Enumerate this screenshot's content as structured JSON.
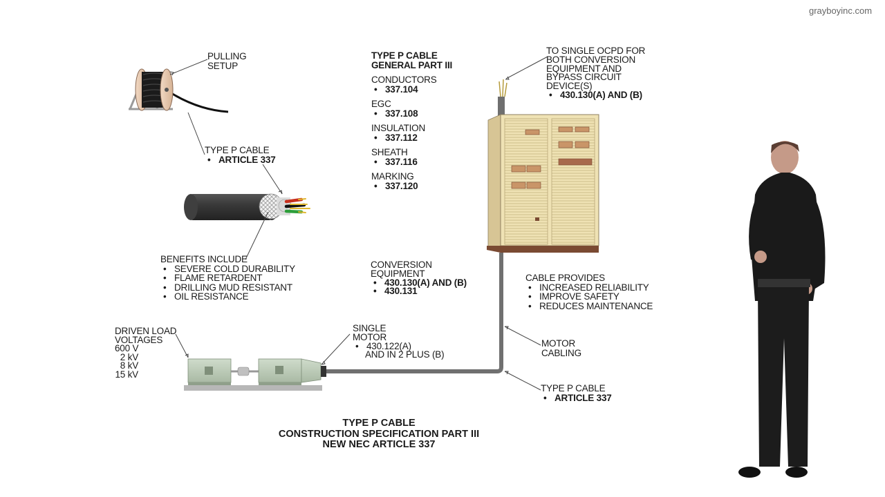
{
  "watermark": "grayboyinc.com",
  "colors": {
    "cable": "#707070",
    "cabinet_fill": "#efe2b4",
    "cabinet_base": "#7a4a32",
    "motor_fill": "#b9c8b4",
    "reel_fill": "#e8c9b0",
    "presenter_shirt": "#1a1a1a"
  },
  "labels": {
    "pulling_setup": [
      "PULLING",
      "SETUP"
    ],
    "reel_cable": {
      "name": "TYPE P CABLE",
      "article": "ARTICLE 337"
    },
    "benefits": {
      "heading": "BENEFITS INCLUDE",
      "items": [
        "SEVERE COLD DURABILITY",
        "FLAME RETARDENT",
        "DRILLING MUD RESISTANT",
        "OIL RESISTANCE"
      ]
    },
    "general": {
      "title": [
        "TYPE P CABLE",
        "GENERAL PART III"
      ],
      "sections": [
        {
          "name": "CONDUCTORS",
          "ref": "337.104"
        },
        {
          "name": "EGC",
          "ref": "337.108"
        },
        {
          "name": "INSULATION",
          "ref": "337.112"
        },
        {
          "name": "SHEATH",
          "ref": "337.116"
        },
        {
          "name": "MARKING",
          "ref": "337.120"
        }
      ]
    },
    "ocpd": {
      "lines": [
        "TO SINGLE OCPD FOR",
        "BOTH CONVERSION",
        "EQUIPMENT AND",
        "BYPASS CIRCUIT",
        "DEVICE(S)"
      ],
      "ref": "430.130(A) AND (B)"
    },
    "conversion": {
      "lines": [
        "CONVERSION",
        "EQUIPMENT"
      ],
      "refs": [
        "430.130(A) AND (B)",
        "430.131"
      ]
    },
    "cable_provides": {
      "heading": "CABLE PROVIDES",
      "items": [
        "INCREASED RELIABILITY",
        "IMPROVE SAFETY",
        "REDUCES MAINTENANCE"
      ]
    },
    "driven_load": {
      "lines": [
        "DRIVEN LOAD",
        "VOLTAGES"
      ],
      "voltages": [
        "600 V",
        "2 kV",
        "8 kV",
        "15 kV"
      ]
    },
    "single_motor": {
      "lines": [
        "SINGLE",
        "MOTOR"
      ],
      "ref1": "430.122(A)",
      "ref2": "AND IN 2 PLUS (B)"
    },
    "motor_cabling": [
      "MOTOR",
      "CABLING"
    ],
    "bottom_cable": {
      "name": "TYPE P CABLE",
      "article": "ARTICLE 337"
    }
  },
  "title": [
    "TYPE P CABLE",
    "CONSTRUCTION SPECIFICATION PART III",
    "NEW NEC ARTICLE 337"
  ]
}
